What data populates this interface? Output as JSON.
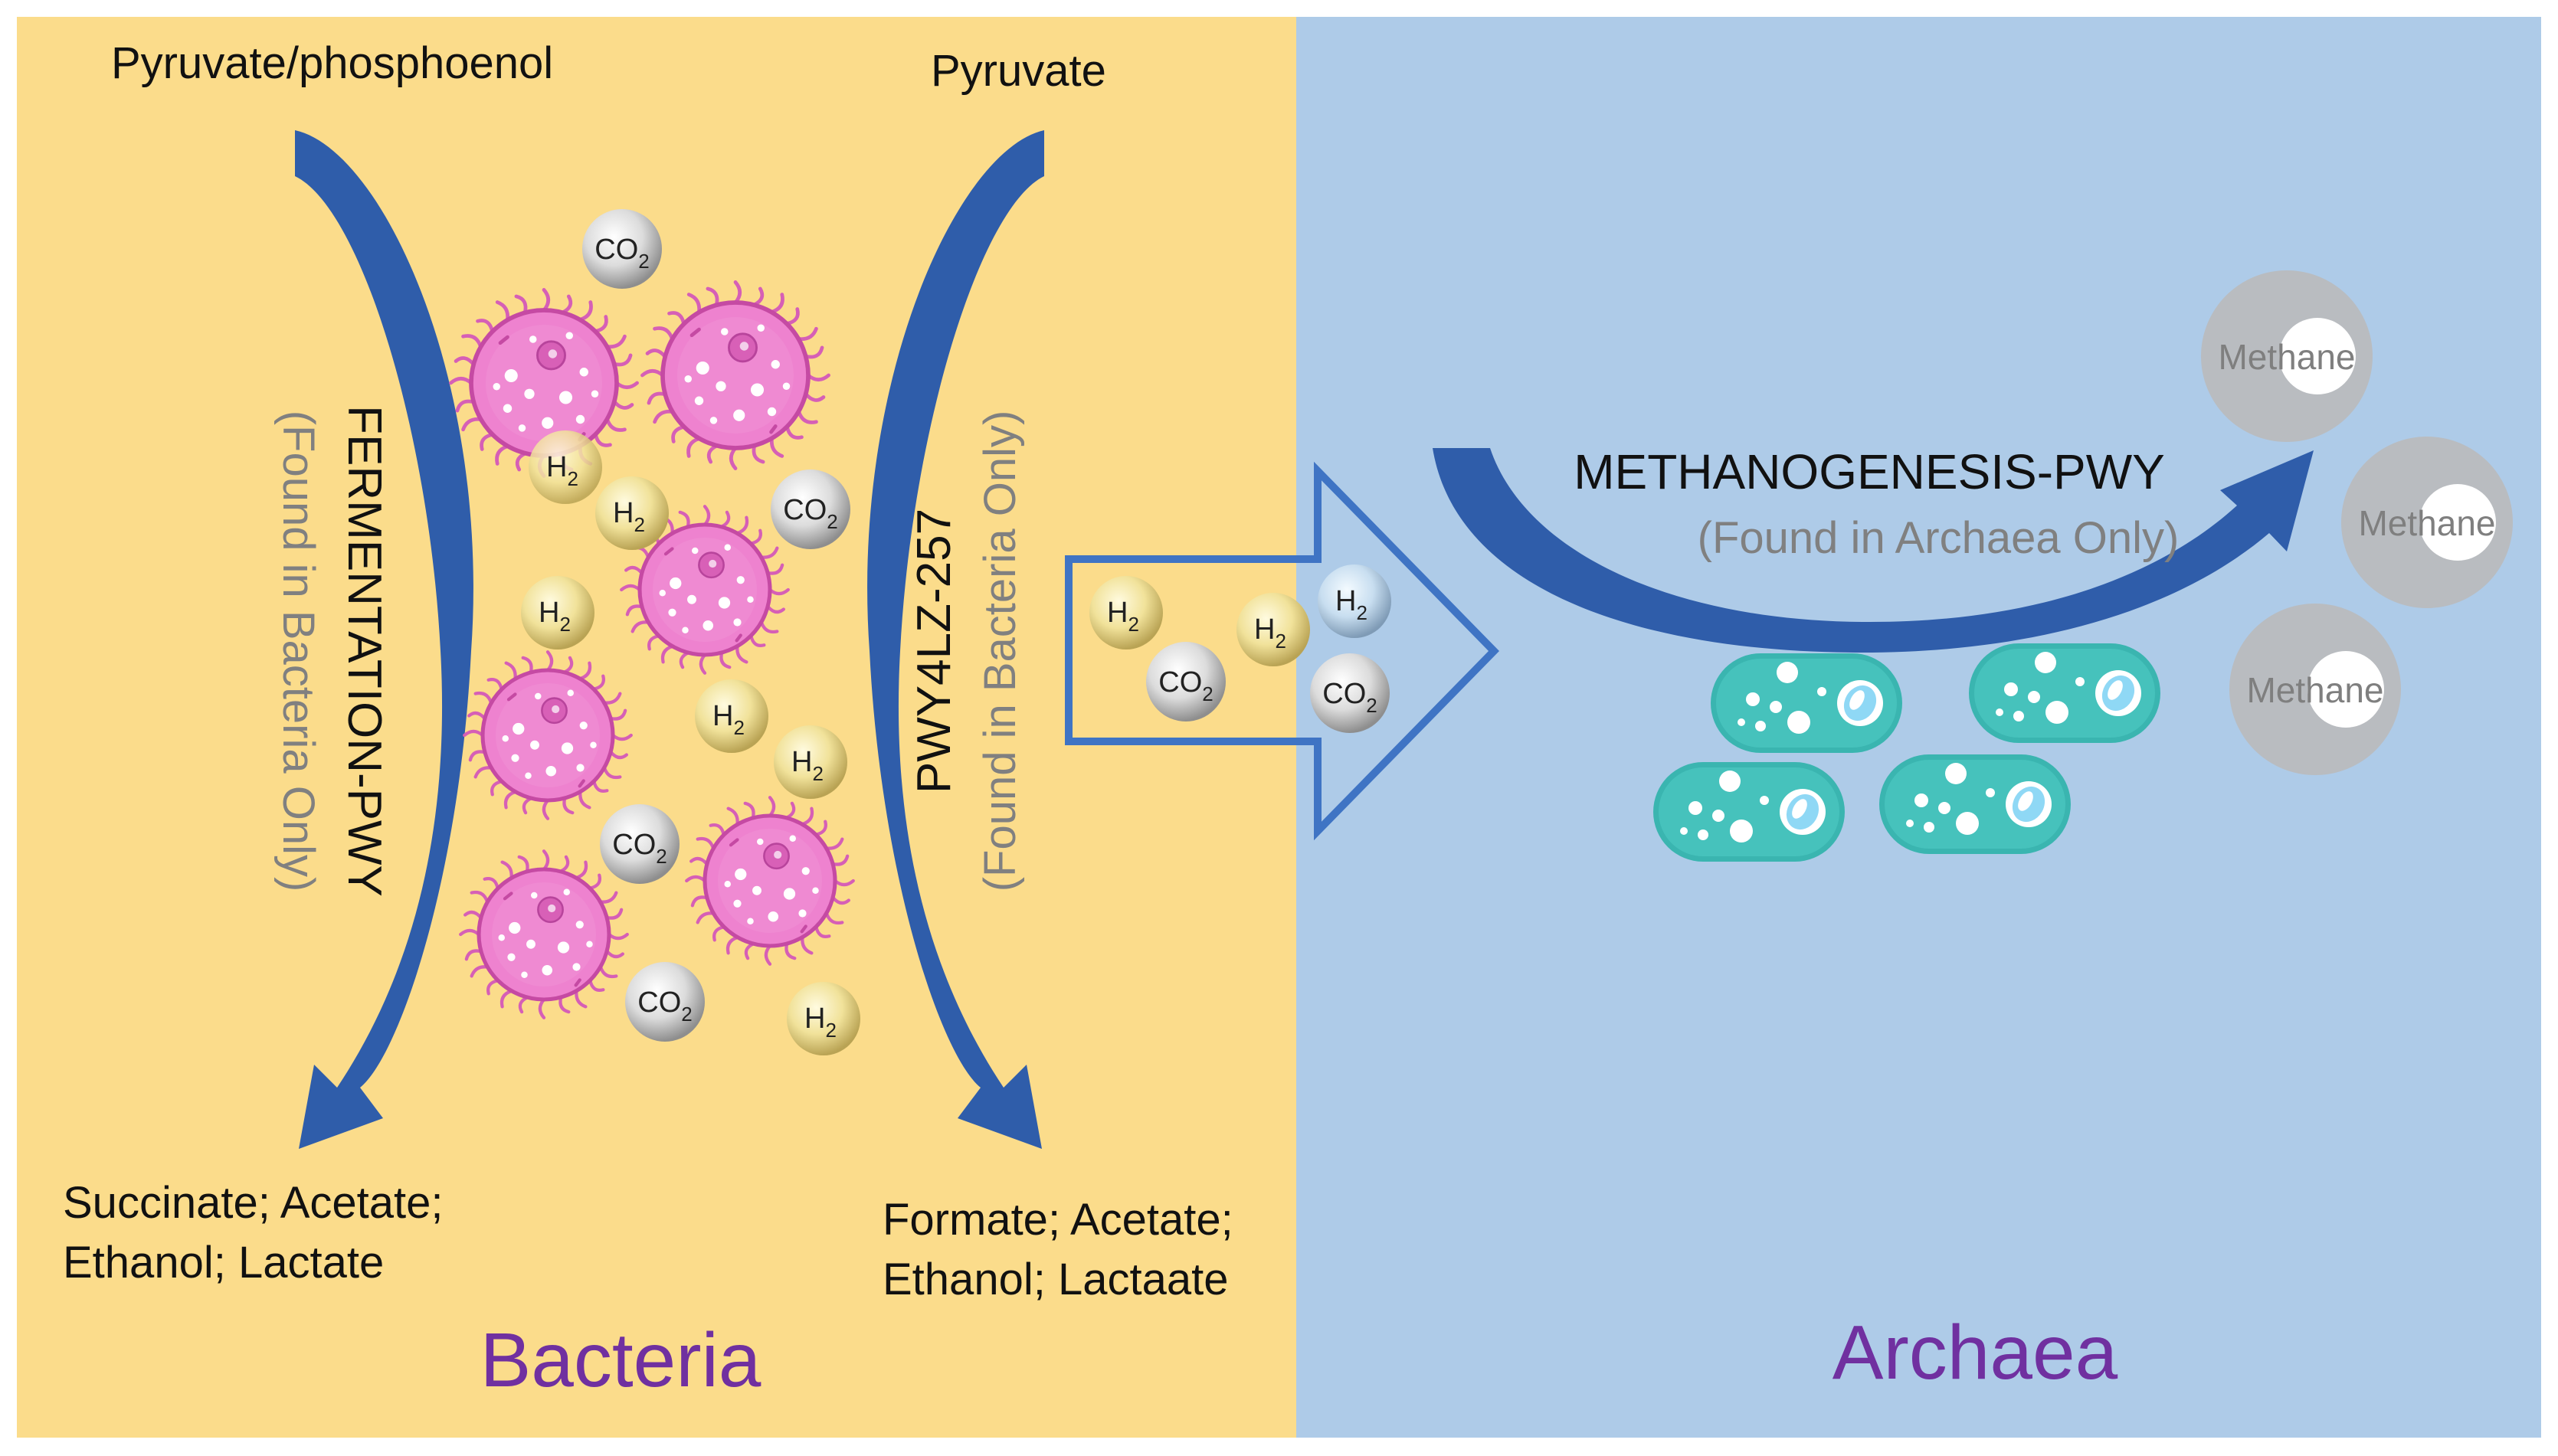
{
  "bacteria_panel": {
    "label": "Bacteria",
    "top_left_substrate": "Pyruvate/phosphoenol",
    "top_right_substrate": "Pyruvate",
    "fermentation_pathway": "FERMENTATION-PWY",
    "fermentation_note": "(Found in Bacteria Only)",
    "pwy4lz_pathway": "PWY4LZ-257",
    "pwy4lz_note": "(Found in Bacteria Only)",
    "fermentation_products": [
      "Succinate; Acetate;",
      "Ethanol; Lactate"
    ],
    "pwy4lz_products": [
      "Formate; Acetate;",
      "Ethanol; Lactaate"
    ]
  },
  "archaea_panel": {
    "label": "Archaea",
    "pathway": "METHANOGENESIS-PWY",
    "note": "(Found in Archaea Only)",
    "products": [
      "Methane",
      "Methane",
      "Methane"
    ]
  },
  "molecules": {
    "h2": "H",
    "h2_sub": "2",
    "co2": "CO",
    "co2_sub": "2"
  },
  "colors": {
    "bacteria_bg": "#fbdc8b",
    "archaea_bg": "#aecbe8",
    "label_purple": "#7030a0",
    "arrow_blue": "#2f5daa",
    "bacterium_pink": "#ee82cf",
    "archaeon_teal": "#3ab5b0",
    "methane_gray": "#b9bcc0"
  },
  "icons": [
    "bacterium-icon",
    "archaeon-icon",
    "h2-molecule-icon",
    "co2-molecule-icon",
    "methane-molecule-icon",
    "curved-arrow-icon",
    "transfer-arrow-icon"
  ]
}
